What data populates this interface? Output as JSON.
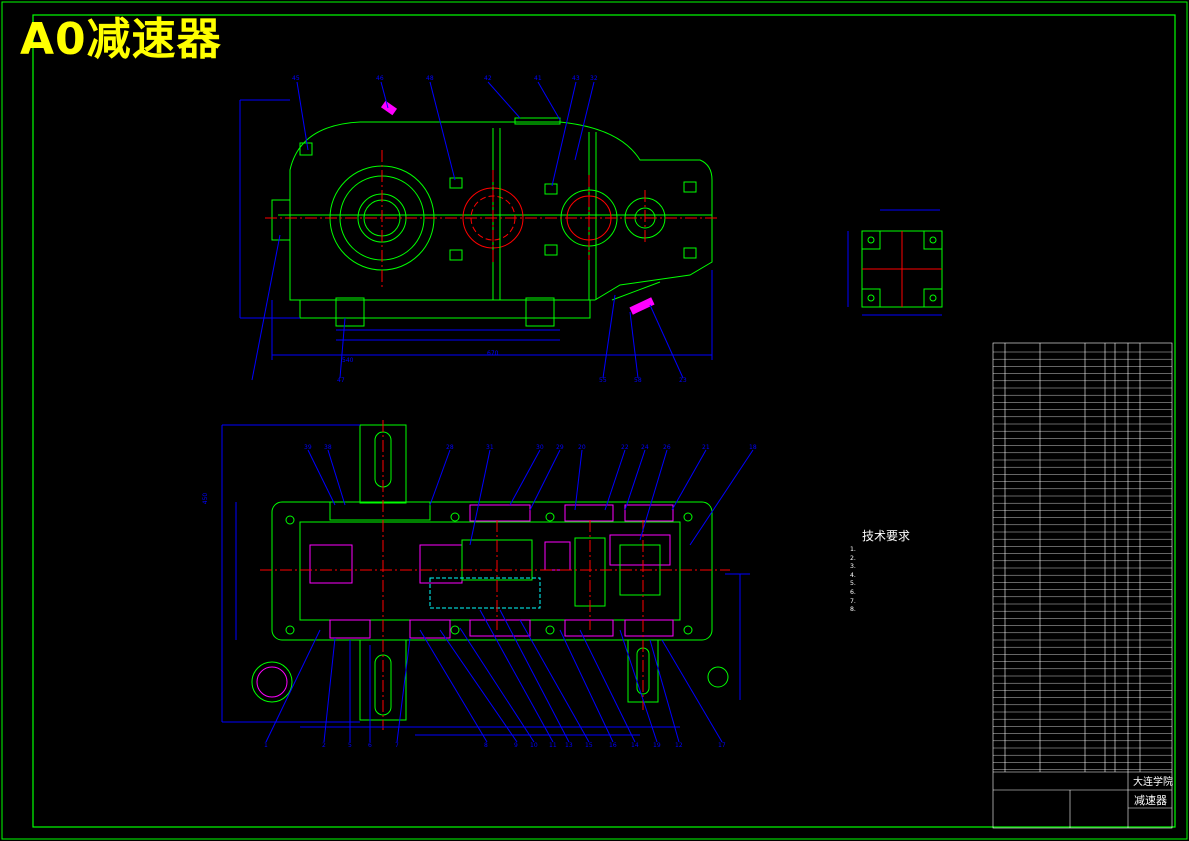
{
  "drawing": {
    "title": "A0减速器",
    "tech_req_title": "技术要求",
    "tech_req_items": [
      "1.",
      "2.",
      "3.",
      "4.",
      "5.",
      "6.",
      "7.",
      "8."
    ],
    "titleblock": {
      "school": "大连学院",
      "drawing_name": "减速器"
    }
  },
  "colors": {
    "background": "#000000",
    "frame": "#00ff00",
    "outline": "#00ff00",
    "centerline": "#ff0000",
    "dimension": "#0000ff",
    "text": "#ffffff",
    "title": "#ffff00",
    "hatch": "#ff00ff",
    "hidden": "#00ffff"
  },
  "dimensions": {
    "front_width": "670",
    "base_length": "540",
    "height_overall": "450"
  }
}
